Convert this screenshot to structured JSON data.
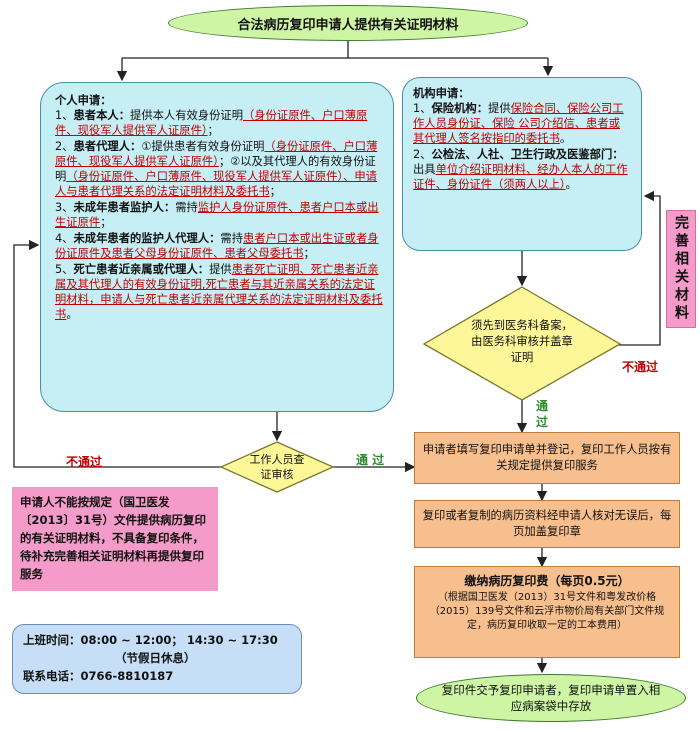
{
  "title": "合法病历复印申请人提供有关证明材料",
  "left_panel": {
    "heading": "个人申请：",
    "items": [
      {
        "num": "1、",
        "label": "患者本人",
        "colon": "：",
        "text1": "提供本人有效身份证明",
        "red1": "（身份证原件、户口薄原件、现役军人提供军人证原件）",
        "text2": "；"
      },
      {
        "num": "2、",
        "label": "患者代理人",
        "colon": "：",
        "text1": "①提供患者有效身份证明",
        "red1": "（身份证原件、户口薄原件、现役军人提供军人证原件）",
        "text2": "；②以及其代理人的有效身份证明",
        "red2": "（身份证原件、户口薄原件、现役军人提供军人证原件）、申请人与患者代理关系的法定证明材料及委托书",
        "text3": "；"
      },
      {
        "num": "3、",
        "label": "未成年患者监护人",
        "colon": "：",
        "text1": "需持",
        "red1": "监护人身份证原件、患者户口本或出生证原件",
        "text2": "；"
      },
      {
        "num": "4、",
        "label": "未成年患者的监护人代理人",
        "colon": "：",
        "text1": "需持",
        "red1": "患者户口本或出生证或者身份证原件及患者父母身份证原件、患者父母委托书",
        "text2": "；"
      },
      {
        "num": "5、",
        "label": "死亡患者近亲属或代理人",
        "colon": "：",
        "text1": "提供",
        "red1": "患者死亡证明、死亡患者近亲属及其代理人的有效身份证明,死亡患者与其近亲属关系的法定证明材料，申请人与死亡患者近亲属代理关系的法定证明材料及委托书",
        "text2": "。"
      }
    ]
  },
  "right_panel": {
    "heading": "机构申请：",
    "items": [
      {
        "num": "1、",
        "label": "保险机构",
        "colon": "：",
        "text1": "提供",
        "red1": "保险合同、保险公司工作人员身份证、保险 公司介绍信、患者或其代理人签名按指印的委托书",
        "text2": "。"
      },
      {
        "num": "2、",
        "label": "公检法、人社、卫生行政及医鉴部门",
        "colon": "：",
        "text1": "出具",
        "red1": "单位介绍证明材料、经办人本人的工作证件、身份证件（须两人以上）",
        "text2": "。"
      }
    ]
  },
  "diamond_right": "须先到医务科备案，由医务科审核并盖章证明",
  "diamond_center": "工作人员查证审核",
  "side_supplement": "完善相关材料",
  "labels": {
    "fail_left": "不通过",
    "fail_right": "不通过",
    "pass_center": "通 过",
    "pass_right": "通过"
  },
  "steps": [
    "申请者填写复印申请单并登记，复印工作人员按有关规定提供复印服务",
    "复印或者复制的病历资料经申请人核对无误后，每页加盖复印章"
  ],
  "fee": {
    "title": "缴纳病历复印费（每页0.5元）",
    "detail": "（根据国卫医发（2013）31号文件和粤发改价格（2015）139号文件和云浮市物价局有关部门文件规定，病历复印收取一定的工本费用）"
  },
  "final_step": "复印件交予复印申请者，复印申请单置入相应病案袋中存放",
  "rejection_note": "申请人不能按规定（国卫医发〔2013〕31号）文件提供病历复印的有关证明材料，不具备复印条件，待补充完善相关证明材料再提供复印服务",
  "hours": {
    "work_label": "上班时间：",
    "work_time": "08:00 ~ 12:00；  14:30 ~ 17:30",
    "holiday": "（节假日休息）",
    "phone_label": "联系电话：",
    "phone": "0766-8810187"
  },
  "colors": {
    "green": "#cdf5a4",
    "cyan": "#c6eef5",
    "orange": "#f7be8e",
    "yellow": "#fdf79a",
    "pink": "#f49bc9",
    "blue": "#c6dff7",
    "red": "#c00000"
  }
}
